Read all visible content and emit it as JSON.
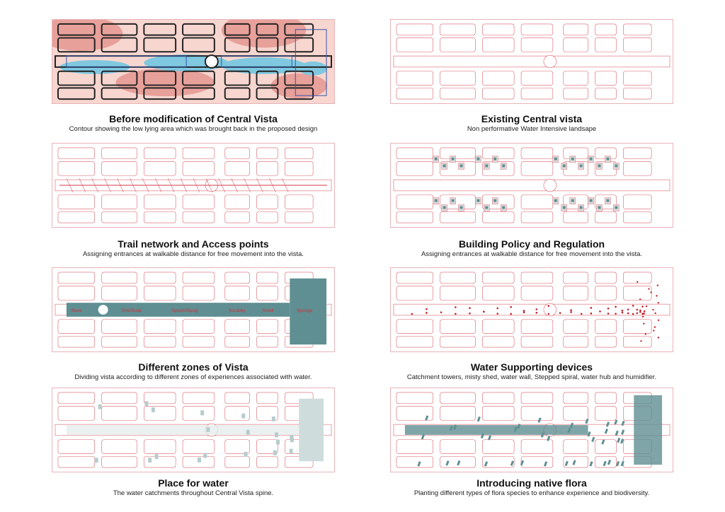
{
  "panels": [
    {
      "id": "before",
      "title": "Before modification of Central Vista",
      "subtitle": "Contour showing the low lying area which was brought back in the proposed design"
    },
    {
      "id": "existing",
      "title": "Existing Central vista",
      "subtitle": "Non performative Water Intensive landsape"
    },
    {
      "id": "trail",
      "title": "Trail network and Access points",
      "subtitle": "Assigning entrances at walkable distance for free movement into the vista."
    },
    {
      "id": "building",
      "title": "Building Policy and Regulation",
      "subtitle": "Assigning entrances at walkable distance for free movement into the vista."
    },
    {
      "id": "zones",
      "title": "Different zones of Vista",
      "subtitle": "Dividing vista according to different zones of experiences associated with water.",
      "zones": [
        "Store",
        "Sink/Soak",
        "Splash/Spray",
        "Scrubby",
        "Smell",
        "Sponge"
      ]
    },
    {
      "id": "devices",
      "title": "Water Supporting devices",
      "subtitle": "Catchment towers, misty shed, water wall, Stepped spiral, water hub and humidifier."
    },
    {
      "id": "water",
      "title": "Place for water",
      "subtitle": "The water catchments throughout Central Vista spine."
    },
    {
      "id": "flora",
      "title": "Introducing native flora",
      "subtitle": "Planting different types of flora species to enhance experience and biodiversity."
    }
  ],
  "colors": {
    "line": "#d9606a",
    "teal": "#5f8f92",
    "blue": "#7fc8e0",
    "pink": "#e8a09a"
  }
}
